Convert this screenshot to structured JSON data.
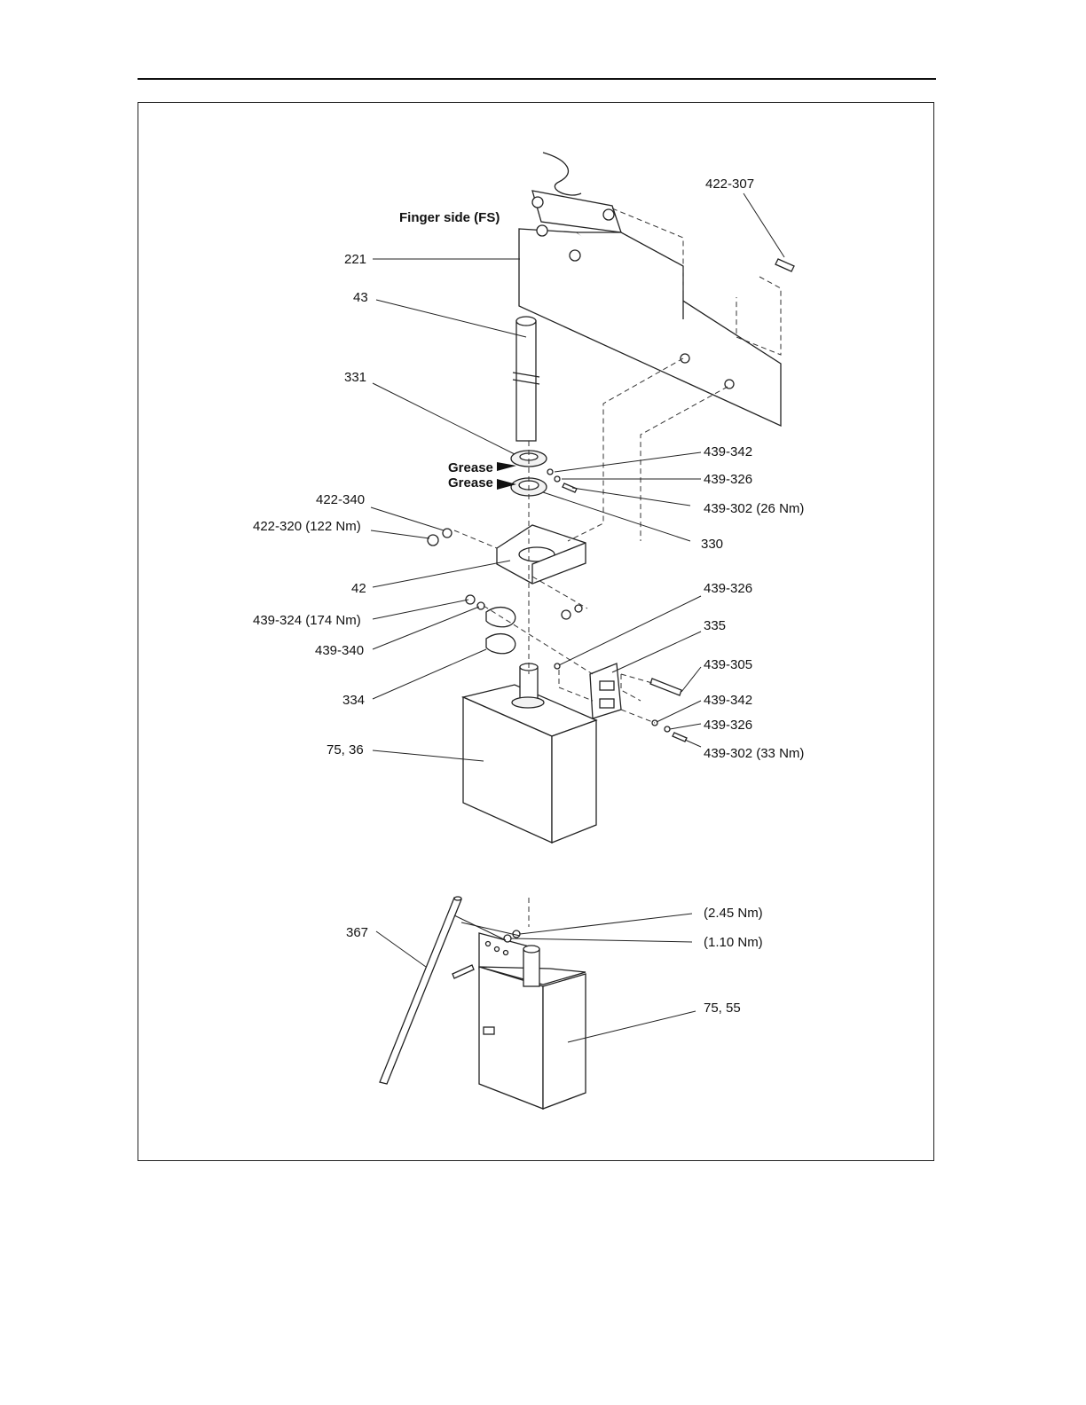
{
  "title": "Finger side (FS)",
  "labels": {
    "l_422_307": "422-307",
    "l_221": "221",
    "l_43": "43",
    "l_331": "331",
    "l_grease1": "Grease",
    "l_grease2": "Grease",
    "l_439_342a": "439-342",
    "l_439_326a": "439-326",
    "l_439_302a": "439-302 (26 Nm)",
    "l_422_340": "422-340",
    "l_422_320": "422-320 (122 Nm)",
    "l_330": "330",
    "l_42": "42",
    "l_439_326b": "439-326",
    "l_439_324": "439-324 (174 Nm)",
    "l_335": "335",
    "l_439_340": "439-340",
    "l_439_305": "439-305",
    "l_334": "334",
    "l_439_342b": "439-342",
    "l_439_326c": "439-326",
    "l_75_36": "75, 36",
    "l_439_302b": "439-302 (33 Nm)",
    "l_245": "(2.45 Nm)",
    "l_367": "367",
    "l_110": "(1.10 Nm)",
    "l_75_55": "75, 55"
  }
}
